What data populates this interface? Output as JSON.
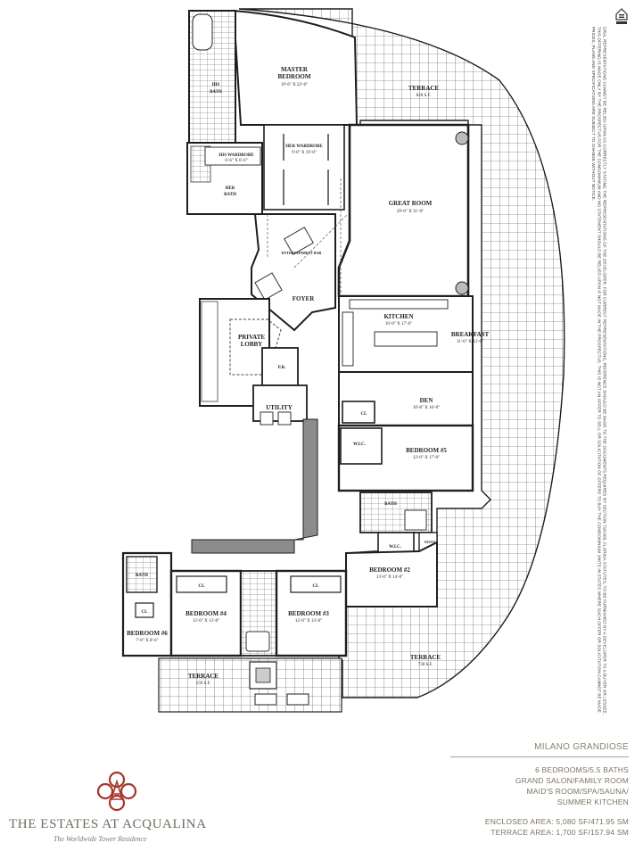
{
  "rooms": {
    "master_bedroom": {
      "name": "MASTER\nBEDROOM",
      "name_line1": "MASTER",
      "name_line2": "BEDROOM",
      "dims": "19'-6\" X 22'-0\""
    },
    "terrace_top": {
      "name": "TERRACE",
      "area": "820 S.F."
    },
    "his_bath": {
      "name": "HIS\nBATH",
      "line1": "HIS",
      "line2": "BATH"
    },
    "her_wardrobe": {
      "name": "HER WARDROBE",
      "dims": "9'-0\" X 19'-0\""
    },
    "his_wardrobe": {
      "name": "HIS WARDROBE",
      "dims": "6'-6\" X 6'-0\""
    },
    "her_bath": {
      "name": "HER\nBATH",
      "line1": "HER",
      "line2": "BATH"
    },
    "great_room": {
      "name": "GREAT ROOM",
      "dims": "29'-0\" X 31'-0\""
    },
    "entertainment_bar": {
      "name": "ENTERTAINMENT BAR"
    },
    "foyer": {
      "name": "FOYER"
    },
    "private_lobby": {
      "name": "PRIVATE\nLOBBY",
      "line1": "PRIVATE",
      "line2": "LOBBY"
    },
    "pr": {
      "name": "P.R."
    },
    "utility": {
      "name": "UTILITY"
    },
    "kitchen": {
      "name": "KITCHEN",
      "dims": "16'-0\" X 17'-6\""
    },
    "breakfast": {
      "name": "BREAKFAST",
      "dims": "11'-0\" X 13'-6\""
    },
    "cl_den": {
      "name": "CL"
    },
    "den": {
      "name": "DEN",
      "dims": "10'-8\" X 16'-0\""
    },
    "wic_5": {
      "name": "W.I.C."
    },
    "bedroom_5": {
      "name": "BEDROOM #5",
      "dims": "12'-0\" X 17'-0\""
    },
    "bath_2": {
      "name": "BATH"
    },
    "wic_2": {
      "name": "W.I.C."
    },
    "sauna": {
      "name": "SAUNA"
    },
    "bedroom_2": {
      "name": "BEDROOM #2",
      "dims": "13'-0\" X 14'-0\""
    },
    "terrace_right": {
      "name": "TERRACE",
      "area": "730 S.F."
    },
    "bath_6": {
      "name": "BATH"
    },
    "cl_6": {
      "name": "CL"
    },
    "bedroom_6": {
      "name": "BEDROOM #6",
      "dims": "7'-0\" X 8'-6\""
    },
    "cl_4": {
      "name": "CL"
    },
    "bedroom_4": {
      "name": "BEDROOM #4",
      "dims": "12'-0\" X 13'-0\""
    },
    "cl_3": {
      "name": "CL"
    },
    "bedroom_3": {
      "name": "BEDROOM #3",
      "dims": "12'-0\" X 13'-0\""
    },
    "terrace_bottom": {
      "name": "TERRACE",
      "area": "150 S.F."
    }
  },
  "disclaimer": "ORAL REPRESENTATIONS CANNOT BE RELIED UPON AS CORRECTLY STATING THE REPRESENTATIONS OF THE DEVELOPER. FOR CORRECT REPRESENTATIONS, REFERENCE SHOULD BE MADE TO THE DOCUMENTS REQUIRED BY SECTION 718.503, FLORIDA STATUTES, TO BE FURNISHED BY A DEVELOPER TO A BUYER OR LESSEE. THIS OFFERING IS MADE ONLY BY THE PROSPECTUS FOR THE CONDOMINIUM AND NO STATEMENT SHOULD BE RELIED UPON IF NOT MADE IN THE PROSPECTUS. THIS IS NOT AN OFFER TO SELL OR SOLICITATION OF OFFERS TO BUY THE CONDOMINIUM UNITS IN STATES WHERE SUCH OFFER OR SOLICITATION CANNOT BE MADE. PRICES, PLANS AND SPECIFICATIONS ARE SUBJECT TO CHANGE WITHOUT NOTICE.",
  "brand": {
    "name": "THE ESTATES AT ACQUALINA",
    "tagline": "The Worldwide Tower Residence",
    "logo_color": "#a3342c",
    "text_color": "#6e6a5e"
  },
  "unit": {
    "model": "MILANO GRANDIOSE",
    "features": [
      "6 BEDROOMS/5.5 BATHS",
      "GRAND SALON/FAMILY ROOM",
      "MAID'S ROOM/SPA/SAUNA/",
      "SUMMER KITCHEN"
    ],
    "enclosed_area": "ENCLOSED AREA: 5,080 SF/471.95 SM",
    "terrace_area": "TERRACE AREA: 1,700 SF/157.94 SM"
  },
  "icons": {
    "equal_housing": "equal-housing-opportunity-icon",
    "logo": "fleur-crest-logo-icon"
  },
  "colors": {
    "wall": "#1e1e1e",
    "wall_gray": "#8c8c8c",
    "info_text": "#8a8070"
  }
}
